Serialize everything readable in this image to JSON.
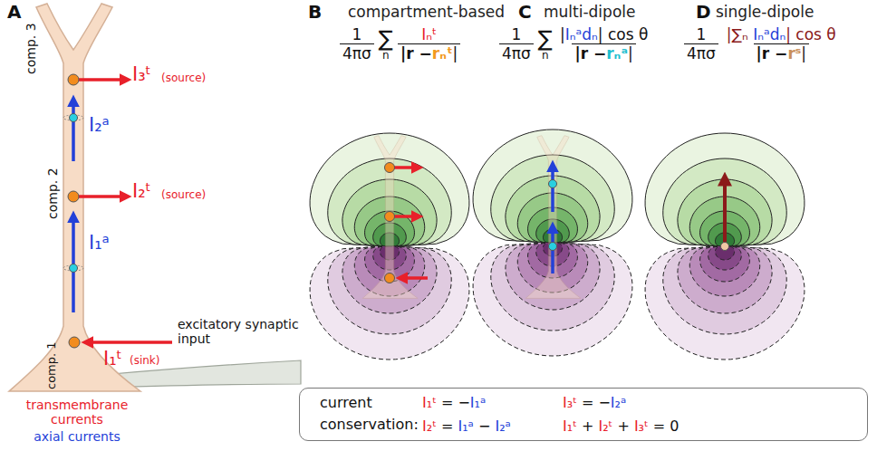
{
  "diagram": {
    "nodes": [
      {
        "text": [
          "current conservation:",
          "I₁ᵗ = −I₁ᵃ",
          "I₃ᵗ = −I₂ᵃ",
          "I₂ᵗ = I₁ᵃ − I₂ᵃ",
          "I₁ᵗ + I₂ᵗ + I₃ᵗ = 0"
        ]
      }
    ],
    "labels": [
      "A",
      "comp. 3",
      "comp. 2",
      "comp. 1",
      "I₃ᵗ",
      "(source)",
      "I₂ᵃ",
      "I₂ᵗ",
      "(source)",
      "I₁ᵃ",
      "excitatory synaptic input",
      "I₁ᵗ",
      "(sink)",
      "transmembrane currents",
      "axial currents",
      "B",
      "compartment-based",
      "1",
      "4πσ",
      "∑",
      "n",
      "Iₙᵗ",
      "|r − ",
      "rₙᵗ",
      "|",
      "C",
      "multi-dipole",
      "1",
      "4πσ",
      "∑",
      "n",
      "|Iₙᵃdₙ| cos θ",
      "|r − ",
      "rₙᵃ",
      "|",
      "D",
      "single-dipole",
      "1",
      "4πσ",
      "|∑ₙ Iₙᵃdₙ| cos θ",
      "|r − ",
      "rˢ",
      "|"
    ]
  }
}
